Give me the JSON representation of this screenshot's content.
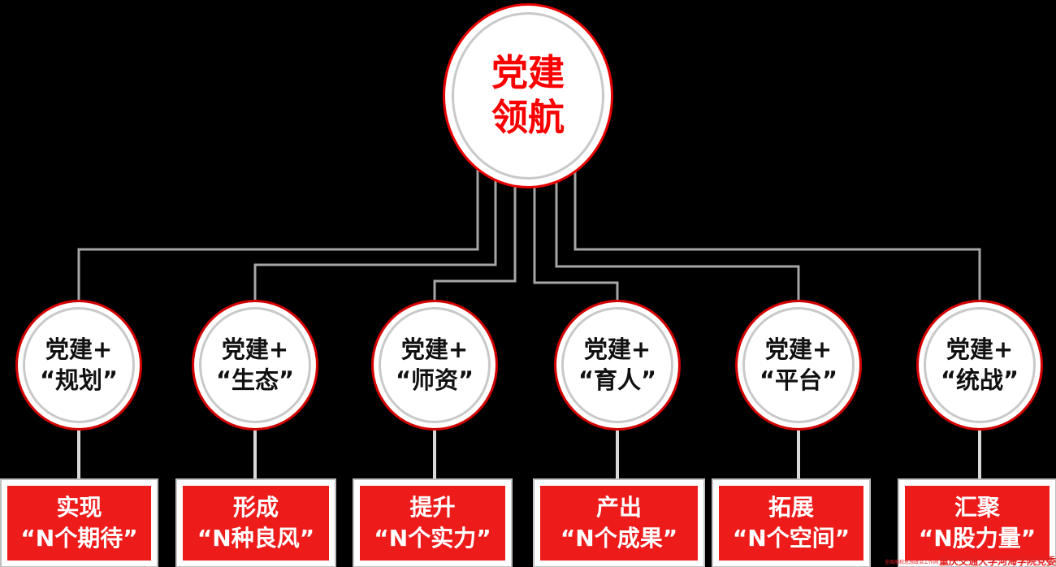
{
  "hub": {
    "line1": "党建",
    "line2": "领航"
  },
  "branches": [
    {
      "circle_line1": "党建+",
      "circle_line2": "“规划”",
      "box_line1": "实现",
      "box_line2": "“N个期待”"
    },
    {
      "circle_line1": "党建+",
      "circle_line2": "“生态”",
      "box_line1": "形成",
      "box_line2": "“N种良风”"
    },
    {
      "circle_line1": "党建+",
      "circle_line2": "“师资”",
      "box_line1": "提升",
      "box_line2": "“N个实力”"
    },
    {
      "circle_line1": "党建+",
      "circle_line2": "“育人”",
      "box_line1": "产出",
      "box_line2": "“N个成果”"
    },
    {
      "circle_line1": "党建+",
      "circle_line2": "“平台”",
      "box_line1": "拓展",
      "box_line2": "“N个空间”"
    },
    {
      "circle_line1": "党建+",
      "circle_line2": "“统战”",
      "box_line1": "汇聚",
      "box_line2": "“N股力量”"
    }
  ],
  "watermark": {
    "prefix": "全国高校思想政治工作网",
    "text": "重庆交通大学河海学院党委"
  },
  "colors": {
    "background": "#000000",
    "hub_text_red": "#fa0000",
    "node_border_red": "#d40000",
    "box_red": "#ee1b1b",
    "box_text_white": "#ffffff",
    "inner_ring_gray": "#c9c9c9",
    "tree_connector_gray": "#a6a6a6",
    "drop_connector_gray": "#d9d9d9"
  }
}
